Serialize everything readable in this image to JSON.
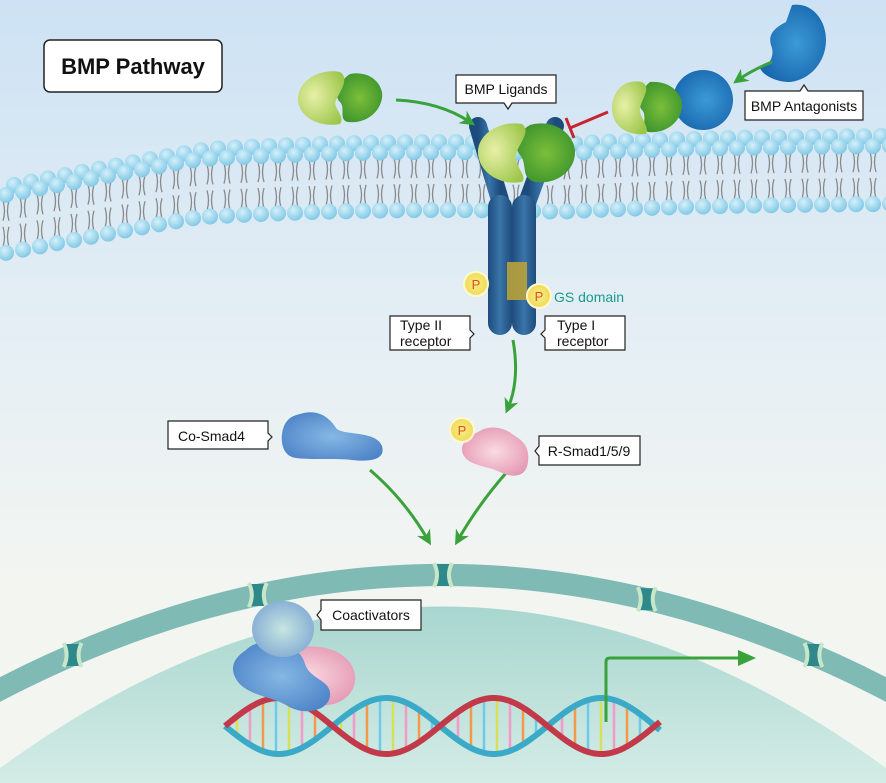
{
  "title": "BMP Pathway",
  "labels": {
    "bmp_ligands": "BMP Ligands",
    "bmp_antagonists": "BMP Antagonists",
    "gs_domain": "GS domain",
    "type2_line1": "Type II",
    "type2_line2": "receptor",
    "type1_line1": "Type I",
    "type1_line2": "receptor",
    "co_smad4": "Co-Smad4",
    "r_smad": "R-Smad1/5/9",
    "coactivators": "Coactivators",
    "phospho": "P"
  },
  "colors": {
    "sky_top": "#cfe3f4",
    "sky_bottom": "#f3f5f1",
    "lipid_head": "#8fd0ea",
    "lipid_tail": "#8a8a8a",
    "receptor": "#2a5d8f",
    "gs_domain": "#b8a23a",
    "ligand_light": "#b9d66a",
    "ligand_dark": "#3f9a2e",
    "antagonist": "#1f78c0",
    "arrow_green": "#3aa23a",
    "inhibit_red": "#c8242f",
    "phospho_fill": "#f4e36a",
    "phospho_text": "#e0521b",
    "gs_text": "#1e9a8c",
    "co_smad": "#5e94d2",
    "r_smad": "#eaa4bd",
    "nucleus_membrane": "#7fbab5",
    "nucleoplasm": "#bfe0d8",
    "dna_red": "#c23a4a",
    "dna_blue": "#3aaac8"
  }
}
